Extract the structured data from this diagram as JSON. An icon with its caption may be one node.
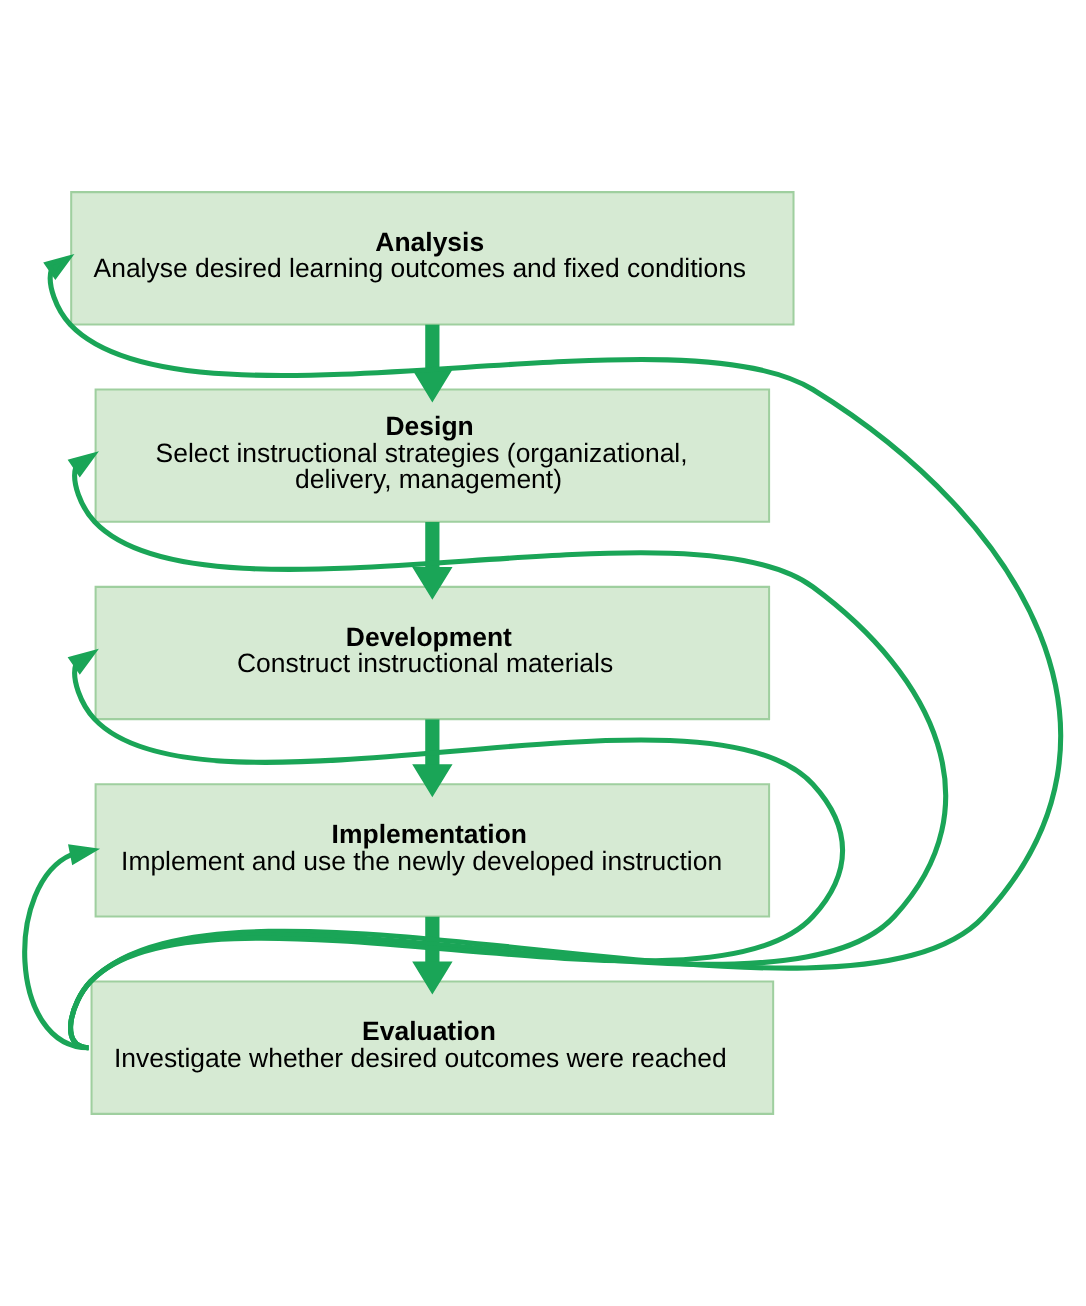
{
  "diagram": {
    "nodes": [
      {
        "text": [
          "Analysis",
          "Analyse desired learning outcomes and fixed conditions"
        ]
      },
      {
        "text": [
          "Design",
          "Select instructional strategies (organizational, delivery, management)"
        ]
      },
      {
        "text": [
          "Development",
          "Construct instructional materials"
        ]
      },
      {
        "text": [
          "Implementation",
          "Implement and use the newly developed instruction"
        ]
      },
      {
        "text": [
          "Evaluation",
          "Investigate whether desired outcomes were reached"
        ]
      }
    ],
    "edges": [
      {
        "from": 0,
        "to": 1,
        "arrow": "to",
        "style": "thick",
        "color": "#1aa557"
      },
      {
        "from": 1,
        "to": 2,
        "arrow": "to",
        "style": "thick",
        "color": "#1aa557"
      },
      {
        "from": 2,
        "to": 3,
        "arrow": "to",
        "style": "thick",
        "color": "#1aa557"
      },
      {
        "from": 3,
        "to": 4,
        "arrow": "to",
        "style": "thick",
        "color": "#1aa557"
      },
      {
        "from": 4,
        "to": 0,
        "arrow": "to",
        "color": "#1aa557"
      },
      {
        "from": 4,
        "to": 1,
        "arrow": "to",
        "color": "#1aa557"
      },
      {
        "from": 4,
        "to": 2,
        "arrow": "to",
        "color": "#1aa557"
      },
      {
        "from": 4,
        "to": 3,
        "arrow": "to",
        "color": "#1aa557"
      }
    ]
  }
}
